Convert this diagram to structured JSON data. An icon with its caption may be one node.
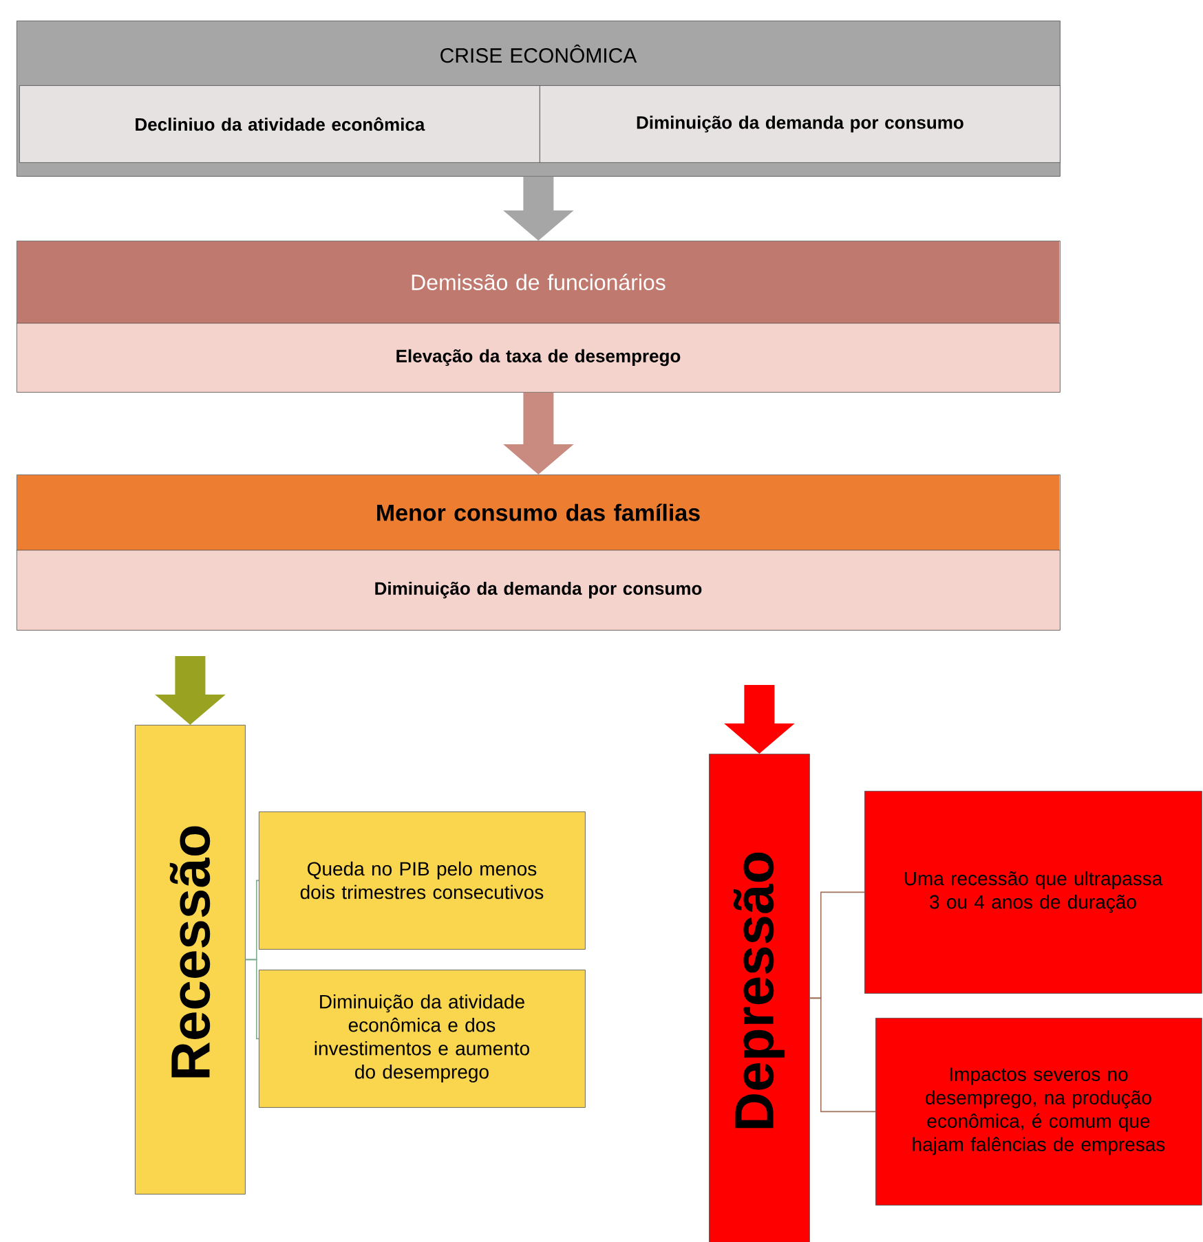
{
  "diagram": {
    "nodes": [
      {
        "text": [
          "CRISE ECONÔMICA"
        ]
      },
      {
        "text": [
          "Decliniuo da atividade econômica"
        ],
        "in": 0
      },
      {
        "text": [
          "Diminuição da demanda por consumo"
        ],
        "in": 0
      },
      {
        "text": [
          "Demissão de funcionários",
          "Elevação da taxa de desemprego"
        ]
      },
      {
        "text": [
          "Menor consumo das famílias",
          "Diminuição da demanda por consumo"
        ]
      },
      {
        "text": [
          "Recessão"
        ]
      },
      {
        "text": [
          "Queda no PIB pelo menos dois trimestres consecutivos"
        ]
      },
      {
        "text": [
          "Diminuição da atividade econômica e dos investimentos e aumento do desemprego"
        ]
      },
      {
        "text": [
          "Depressão"
        ]
      },
      {
        "text": [
          "Uma recessão que ultrapassa 3 ou 4 anos de duração"
        ]
      },
      {
        "text": [
          "Impactos severos no desemprego, na produção econômica, é comum que hajam falências de empresas"
        ]
      }
    ],
    "edges": [
      {
        "from": 0,
        "to": 3,
        "arrow": "to",
        "style": "thick",
        "color": "#a6a6a6"
      },
      {
        "from": 3,
        "to": 4,
        "arrow": "to",
        "style": "thick",
        "color": "#c98a80"
      },
      {
        "from": null,
        "to": 5,
        "arrow": "to",
        "style": "thick",
        "color": "#9aa321"
      },
      {
        "from": null,
        "to": 8,
        "arrow": "to",
        "style": "thick",
        "color": "#ff0000"
      },
      {
        "from": 5,
        "to": 6,
        "arrow": "none",
        "color": "#7fae8f"
      },
      {
        "from": 5,
        "to": 7,
        "arrow": "none",
        "color": "#7fae8f"
      },
      {
        "from": 8,
        "to": 9,
        "arrow": "none",
        "color": "#a0705a"
      },
      {
        "from": 8,
        "to": 10,
        "arrow": "none",
        "color": "#a0705a"
      }
    ]
  }
}
